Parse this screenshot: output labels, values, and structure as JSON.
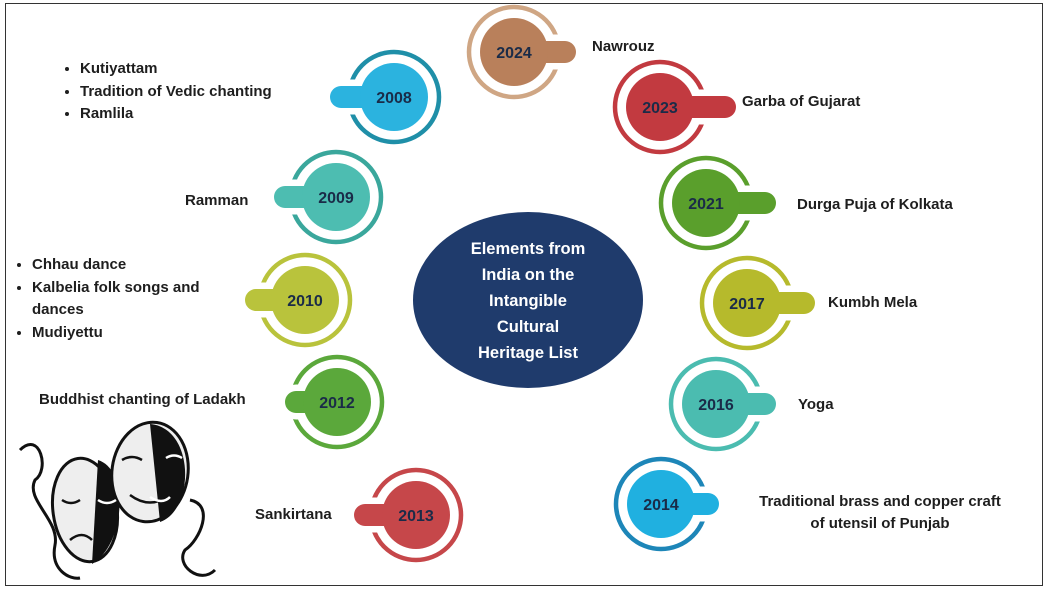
{
  "title_lines": [
    "Elements from",
    "India on the",
    "Intangible",
    "Cultural",
    "Heritage List"
  ],
  "nodes": [
    {
      "year": "2024",
      "color": "#b9805b",
      "ring": "#cfa684",
      "labels": [
        "Nawrouz"
      ]
    },
    {
      "year": "2023",
      "color": "#c23a40",
      "ring": "#c23a40",
      "labels": [
        "Garba of Gujarat"
      ]
    },
    {
      "year": "2021",
      "color": "#5a9f2c",
      "ring": "#5a9f2c",
      "labels": [
        "Durga Puja of Kolkata"
      ]
    },
    {
      "year": "2017",
      "color": "#b6ba2c",
      "ring": "#b6ba2c",
      "labels": [
        "Kumbh Mela"
      ]
    },
    {
      "year": "2016",
      "color": "#4bbcb0",
      "ring": "#4bbcb0",
      "labels": [
        "Yoga"
      ]
    },
    {
      "year": "2014",
      "color": "#20b0e0",
      "ring": "#1d86b8",
      "labels": [
        "Traditional brass and copper craft",
        "of utensil of Punjab"
      ]
    },
    {
      "year": "2013",
      "color": "#c6474a",
      "ring": "#c6474a",
      "labels": [
        "Sankirtana"
      ]
    },
    {
      "year": "2012",
      "color": "#5ba83b",
      "ring": "#5ba83b",
      "labels": [
        "Buddhist chanting of Ladakh"
      ]
    },
    {
      "year": "2010",
      "color": "#b9c33c",
      "ring": "#b9c33c",
      "labels": [
        "Chhau dance",
        "Kalbelia folk songs and dances",
        "Mudiyettu"
      ]
    },
    {
      "year": "2009",
      "color": "#4dbdb1",
      "ring": "#3aa79c",
      "labels": [
        "Ramman"
      ]
    },
    {
      "year": "2008",
      "color": "#2bb3df",
      "ring": "#1f8fa8",
      "labels": [
        "Kutiyattam",
        "Tradition of Vedic chanting",
        "Ramlila"
      ]
    }
  ],
  "colors": {
    "center": "#1f3b6c",
    "year_text": "#1a2b48"
  }
}
